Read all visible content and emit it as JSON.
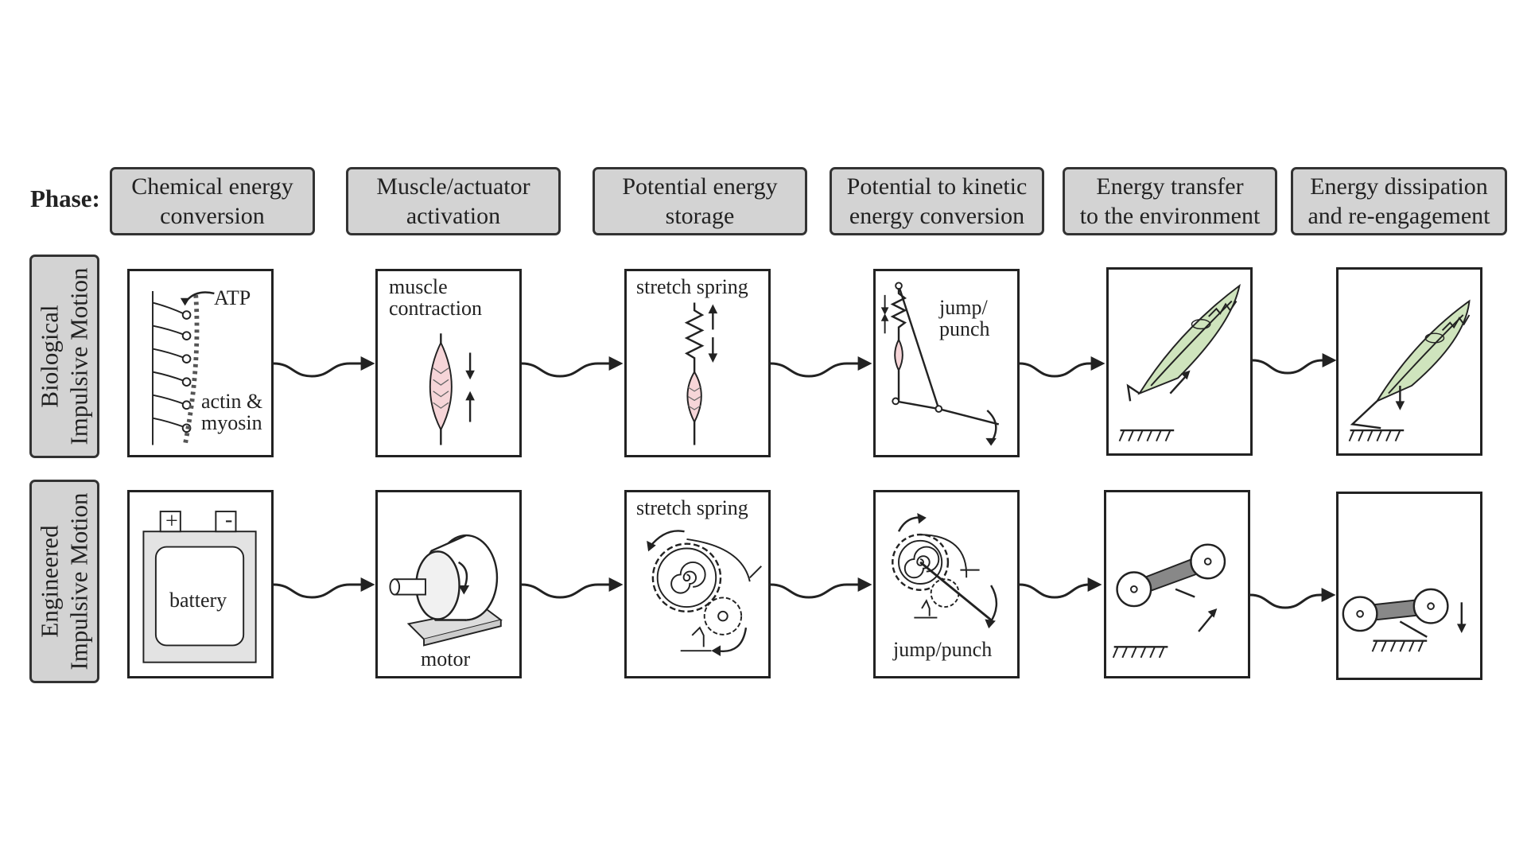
{
  "phase_label": "Phase:",
  "phases": [
    "Chemical energy\nconversion",
    "Muscle/actuator\nactivation",
    "Potential energy\nstorage",
    "Potential to kinetic\nenergy conversion",
    "Energy transfer\nto the environment",
    "Energy dissipation\nand re-engagement"
  ],
  "rows": {
    "biological": "Biological\nImpulsive Motion",
    "engineered": "Engineered\nImpulsive Motion"
  },
  "bio": {
    "atp": "ATP",
    "actin_myosin": "actin &\nmyosin",
    "muscle_contraction": "muscle\ncontraction",
    "stretch_spring": "stretch spring",
    "jump_punch": "jump/\npunch"
  },
  "eng": {
    "battery": "battery",
    "plus": "+",
    "minus": "-",
    "motor": "motor",
    "stretch_spring": "stretch spring",
    "jump_punch": "jump/punch"
  },
  "colors": {
    "phase_fill": "#d3d3d3",
    "muscle_fill": "#f6d5d8",
    "leg_fill": "#cfe4bd",
    "stroke": "#222222"
  }
}
